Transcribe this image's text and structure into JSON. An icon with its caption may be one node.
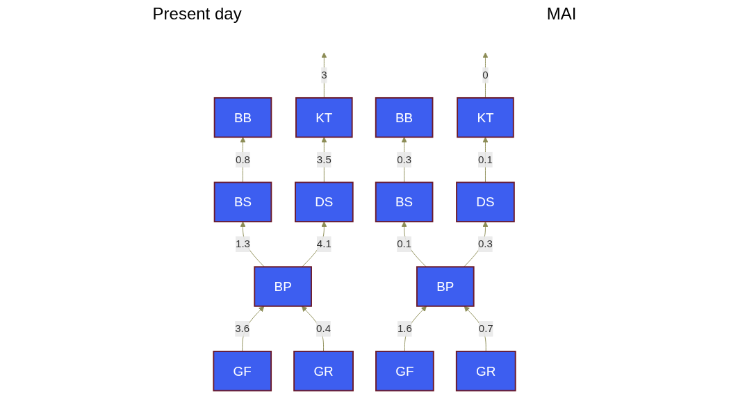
{
  "diagram": {
    "nodes": [
      {
        "text": [
          "BB"
        ]
      },
      {
        "text": [
          "KT"
        ]
      },
      {
        "text": [
          "BS"
        ]
      },
      {
        "text": [
          "GF"
        ]
      },
      {
        "text": [
          "DS"
        ]
      },
      {
        "text": [
          "BP"
        ]
      },
      {
        "text": [
          "GR"
        ]
      },
      {
        "text": [
          "BB"
        ]
      },
      {
        "text": [
          "KT"
        ]
      },
      {
        "text": [
          "BS"
        ]
      },
      {
        "text": [
          "GF"
        ]
      },
      {
        "text": [
          "DS"
        ]
      },
      {
        "text": [
          "BP"
        ]
      },
      {
        "text": [
          "GR"
        ]
      }
    ],
    "edges": [
      {
        "from": 2,
        "to": 0,
        "arrow": "to",
        "label": "0.8"
      },
      {
        "from": 1,
        "to": null,
        "arrow": "to",
        "label": "3"
      },
      {
        "from": 5,
        "to": 2,
        "arrow": "to",
        "label": "1.3"
      },
      {
        "from": 4,
        "to": 1,
        "arrow": "to",
        "label": "3.5"
      },
      {
        "from": 3,
        "to": 5,
        "arrow": "to",
        "label": "3.6"
      },
      {
        "from": 5,
        "to": 4,
        "arrow": "to",
        "label": "4.1"
      },
      {
        "from": 6,
        "to": 5,
        "arrow": "to",
        "label": "0.4"
      },
      {
        "from": 9,
        "to": 7,
        "arrow": "to",
        "label": "0.3"
      },
      {
        "from": 8,
        "to": null,
        "arrow": "to",
        "label": "0"
      },
      {
        "from": 12,
        "to": 9,
        "arrow": "to",
        "label": "0.1"
      },
      {
        "from": 11,
        "to": 8,
        "arrow": "to",
        "label": "0.1"
      },
      {
        "from": 10,
        "to": 12,
        "arrow": "to",
        "label": "1.6"
      },
      {
        "from": 12,
        "to": 11,
        "arrow": "to",
        "label": "0.3"
      },
      {
        "from": 13,
        "to": 12,
        "arrow": "to",
        "label": "0.7"
      }
    ],
    "labels": [
      "Present day",
      "MAI"
    ]
  }
}
